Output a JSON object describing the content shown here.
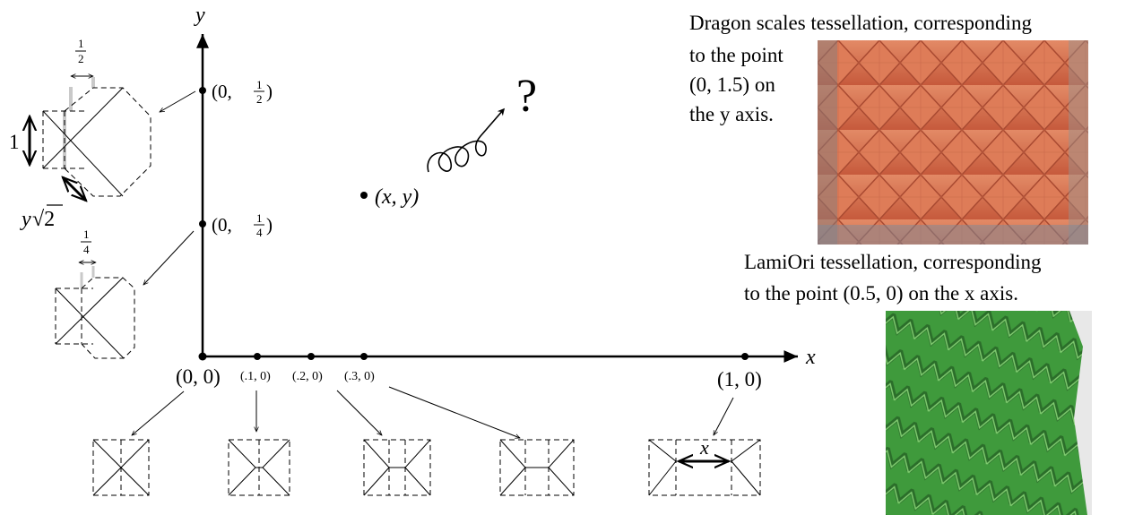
{
  "axes": {
    "x_label": "x",
    "y_label": "y"
  },
  "points": {
    "origin": "(0, 0)",
    "x_01": "(.1, 0)",
    "x_02": "(.2, 0)",
    "x_03": "(.3, 0)",
    "x_1": "(1, 0)",
    "y_half_prefix": "(0,",
    "y_half_num": "1",
    "y_half_den": "2",
    "y_quarter_prefix": "(0,",
    "y_quarter_num": "1",
    "y_quarter_den": "4",
    "general": "(x, y)",
    "question": "?"
  },
  "dimensions": {
    "half_num": "1",
    "half_den": "2",
    "quarter_num": "1",
    "quarter_den": "4",
    "one": "1",
    "y_sqrt2_y": "y",
    "y_sqrt2_root": "√2",
    "x_width": "x"
  },
  "captions": {
    "dragon_line1": "Dragon scales tessellation, corresponding",
    "dragon_line2": "to the point",
    "dragon_line3": "(0, 1.5) on",
    "dragon_line4": "the y axis.",
    "lamiori_line1": "LamiOri tessellation, corresponding",
    "lamiori_line2": "to the point (0.5, 0) on the x axis."
  },
  "colors": {
    "dragon_photo": "#d9724f",
    "lamiori_photo": "#3f9a3c"
  }
}
